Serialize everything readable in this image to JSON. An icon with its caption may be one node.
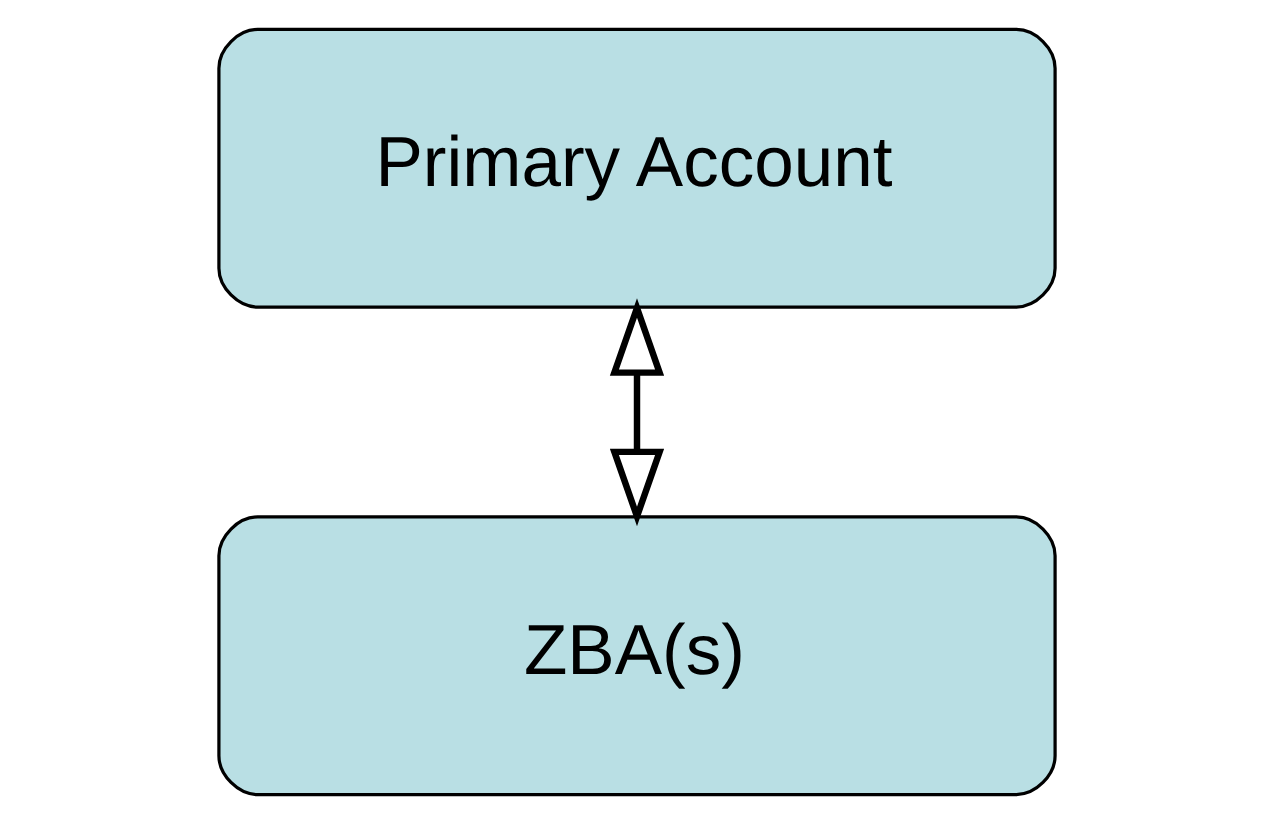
{
  "diagram": {
    "nodes": [
      {
        "text": [
          "Primary Account"
        ]
      },
      {
        "text": [
          "ZBA(s)"
        ]
      }
    ],
    "edges": [
      {
        "from": 0,
        "to": 1,
        "arrow": "both"
      }
    ]
  }
}
